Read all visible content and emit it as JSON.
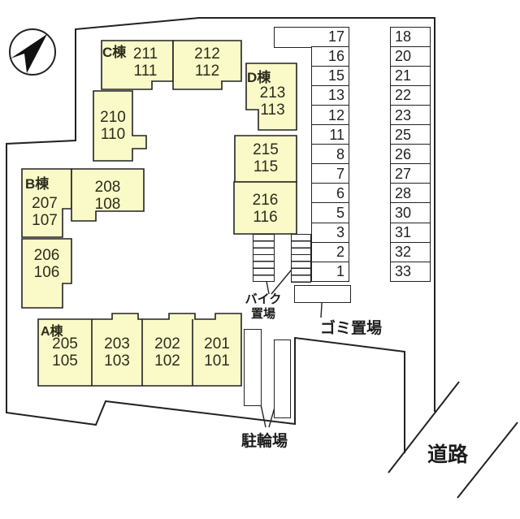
{
  "compass": {
    "icon": "north-arrow"
  },
  "buildings": {
    "c": {
      "label": "C棟",
      "u211": {
        "l1": "211",
        "l2": "111"
      },
      "u212": {
        "l1": "212",
        "l2": "112"
      },
      "u210": {
        "l1": "210",
        "l2": "110"
      }
    },
    "b": {
      "label": "B棟",
      "u207": {
        "l1": "207",
        "l2": "107"
      },
      "u208": {
        "l1": "208",
        "l2": "108"
      },
      "u206": {
        "l1": "206",
        "l2": "106"
      }
    },
    "a": {
      "label": "A棟",
      "u205": {
        "l1": "205",
        "l2": "105"
      },
      "u203": {
        "l1": "203",
        "l2": "103"
      },
      "u202": {
        "l1": "202",
        "l2": "102"
      },
      "u201": {
        "l1": "201",
        "l2": "101"
      }
    },
    "d": {
      "label": "D棟",
      "u213": {
        "l1": "213",
        "l2": "113"
      },
      "u215": {
        "l1": "215",
        "l2": "115"
      },
      "u216": {
        "l1": "216",
        "l2": "116"
      }
    }
  },
  "parking": {
    "left_column": [
      "17",
      "16",
      "15",
      "13",
      "12",
      "11",
      "8",
      "7",
      "6",
      "5",
      "3",
      "2",
      "1"
    ],
    "right_column": [
      "18",
      "20",
      "21",
      "22",
      "23",
      "25",
      "26",
      "27",
      "28",
      "30",
      "31",
      "32",
      "33"
    ]
  },
  "areas": {
    "bike": "バイク\n置場",
    "garbage": "ゴミ置場",
    "bicycle": "駐輪場",
    "road": "道路"
  },
  "colors": {
    "building_fill": "#fafac8",
    "line": "#222222"
  }
}
